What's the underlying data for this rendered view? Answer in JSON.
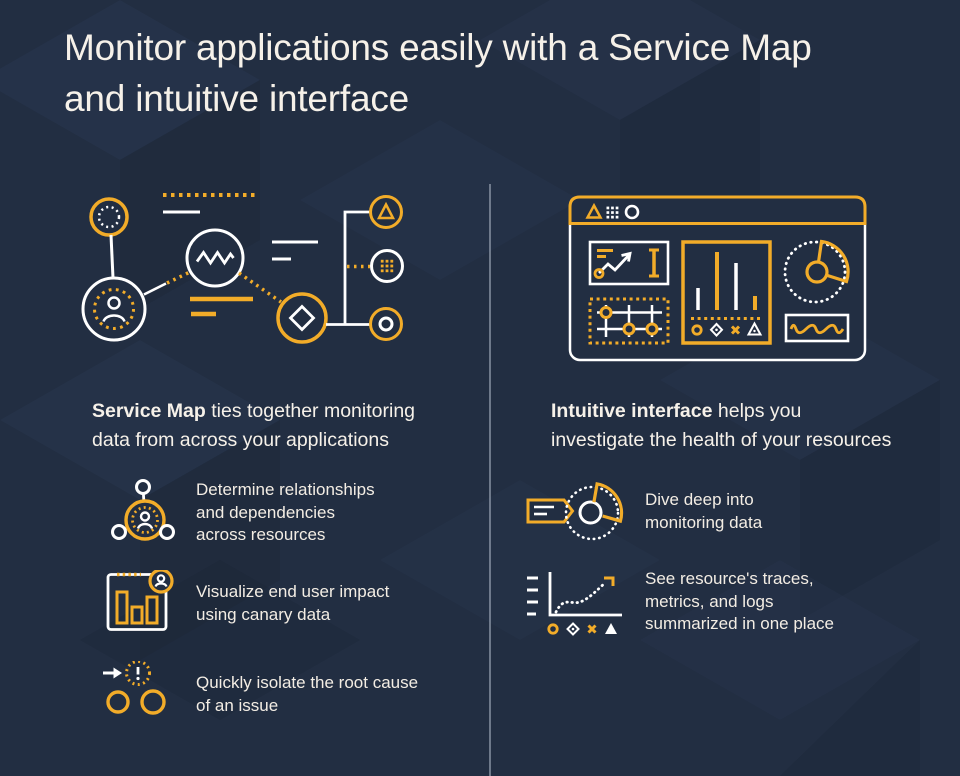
{
  "title": {
    "line1": "Monitor applications easily with a Service Map",
    "line2": "and intuitive interface"
  },
  "colors": {
    "background": "#222E42",
    "accent_yellow": "#F2AC29",
    "line_white": "#FFFFFF",
    "text": "#F6F1E9",
    "divider": "#B9C4D2"
  },
  "left": {
    "illustration": "service-map-diagram",
    "lead": {
      "bold": "Service Map",
      "line1_rest": " ties together monitoring",
      "line2": "data from across your applications"
    },
    "bullets": [
      {
        "icon": "resource-relationships-icon",
        "lines": [
          "Determine relationships",
          "and dependencies",
          "across resources"
        ]
      },
      {
        "icon": "canary-bar-chart-icon",
        "lines": [
          "Visualize end user impact",
          "using canary data"
        ]
      },
      {
        "icon": "root-cause-alert-icon",
        "lines": [
          "Quickly isolate the root cause",
          "of an issue"
        ]
      }
    ]
  },
  "right": {
    "illustration": "dashboard-window-diagram",
    "lead": {
      "bold": "Intuitive interface",
      "line1_rest": " helps you",
      "line2": "investigate the health of your resources"
    },
    "bullets": [
      {
        "icon": "dive-deep-pie-icon",
        "lines": [
          "Dive deep into",
          "monitoring data"
        ]
      },
      {
        "icon": "traces-metrics-logs-chart-icon",
        "lines": [
          "See resource's traces,",
          "metrics, and logs",
          "summarized in one place"
        ]
      }
    ]
  }
}
